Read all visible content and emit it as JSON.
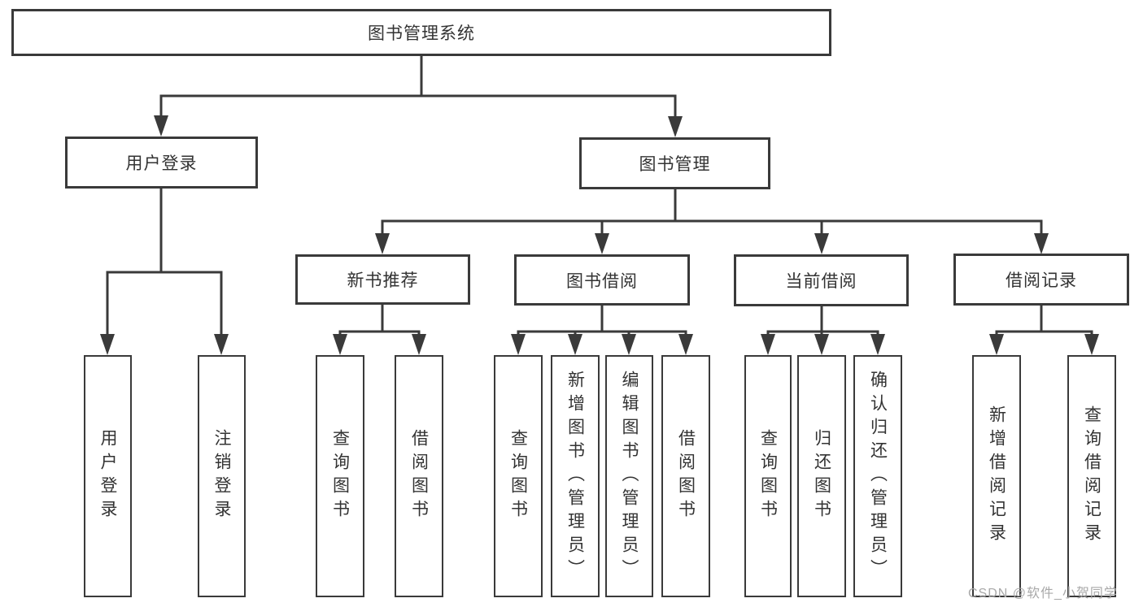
{
  "tree": {
    "root": "图书管理系统",
    "branches": [
      {
        "label": "用户登录",
        "leaves": [
          "用户登录",
          "注销登录"
        ]
      },
      {
        "label": "图书管理",
        "groups": [
          {
            "label": "新书推荐",
            "leaves": [
              "查询图书",
              "借阅图书"
            ]
          },
          {
            "label": "图书借阅",
            "leaves": [
              "查询图书",
              "新增图书（管理员）",
              "编辑图书（管理员）",
              "借阅图书"
            ]
          },
          {
            "label": "当前借阅",
            "leaves": [
              "查询图书",
              "归还图书",
              "确认归还（管理员）"
            ]
          },
          {
            "label": "借阅记录",
            "leaves": [
              "新增借阅记录",
              "查询借阅记录"
            ]
          }
        ]
      }
    ]
  },
  "watermark": {
    "text": "CSDN @软件_小贺同学"
  },
  "colors": {
    "line": "#3a3a3a",
    "box_border": "#3a3a3a",
    "box_fill": "#ffffff",
    "text": "#333333",
    "watermark": "#a8a8a8",
    "background": "#ffffff"
  }
}
